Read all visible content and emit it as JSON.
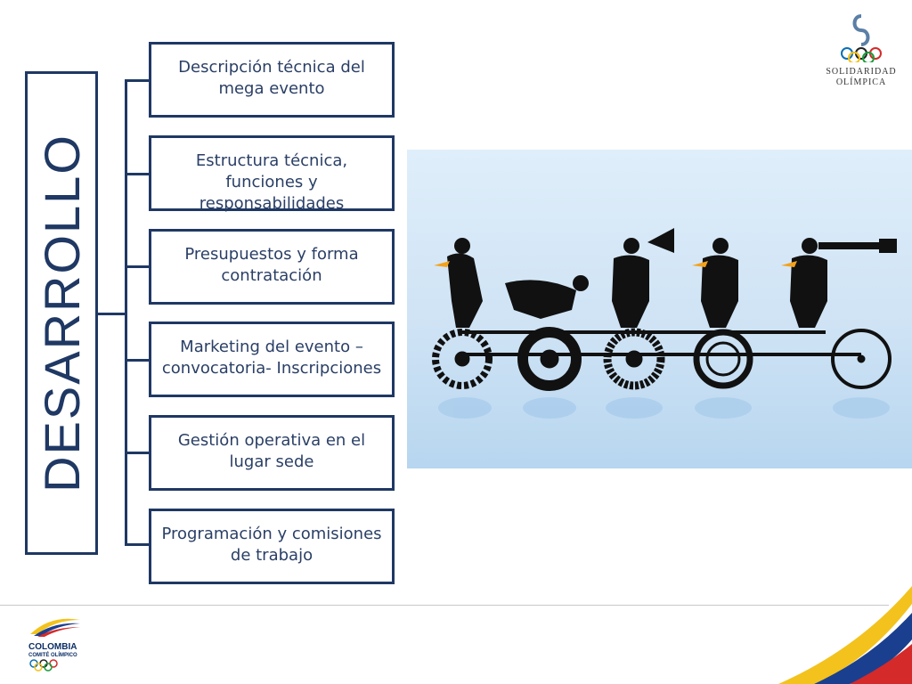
{
  "vertical_title": "DESARROLLO",
  "items": [
    {
      "label": "Descripción técnica del mega evento"
    },
    {
      "label": "Estructura técnica, funciones y responsabilidades"
    },
    {
      "label": "Presupuestos y forma contratación"
    },
    {
      "label": "Marketing del evento – convocatoria- Inscripciones"
    },
    {
      "label": "Gestión operativa en el lugar sede"
    },
    {
      "label": "Programación y comisiones de trabajo"
    }
  ],
  "logo_top": {
    "line1": "SOLIDARIDAD",
    "line2": "OLÍMPICA"
  },
  "logo_bottom": {
    "line1": "COLOMBIA",
    "line2": "COMITÉ OLÍMPICO"
  },
  "colors": {
    "navy": "#1f3864",
    "text": "#2a3f66",
    "yellow": "#f3c21c",
    "red": "#d42a2a",
    "blue": "#1b3f8f"
  }
}
